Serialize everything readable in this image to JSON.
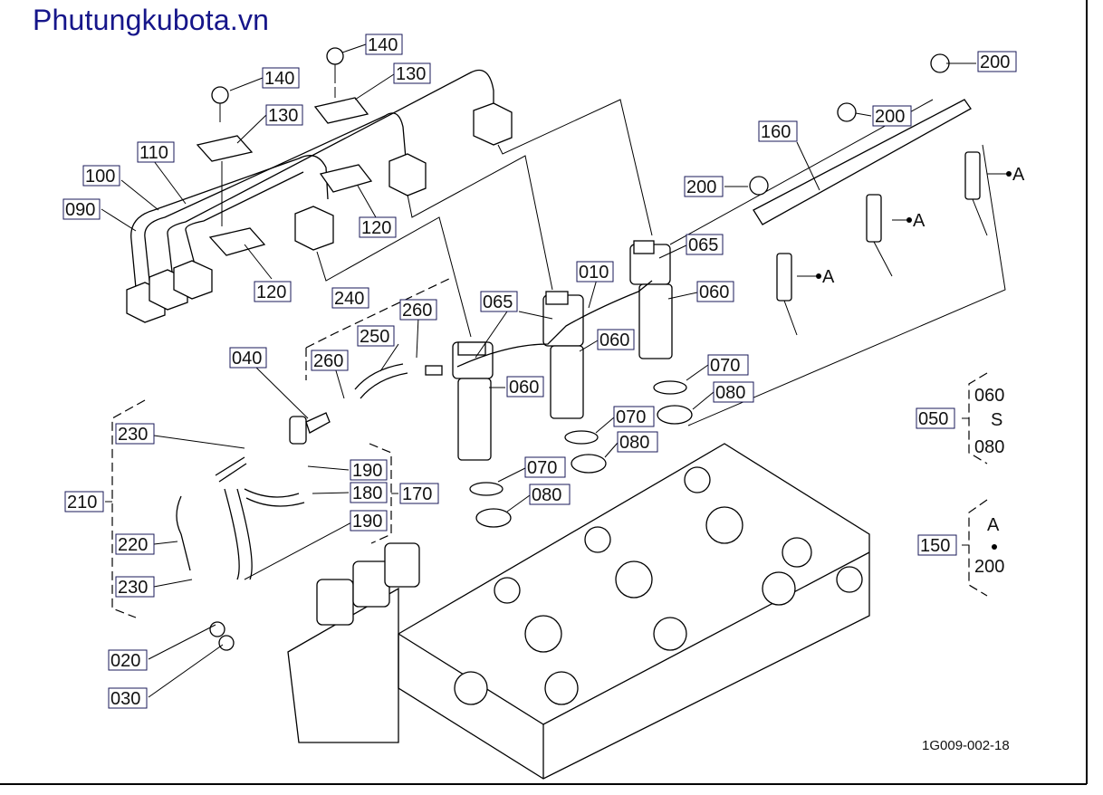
{
  "brand": "Phutungkubota.vn",
  "drawing_code": "1G009-002-18",
  "callouts": [
    {
      "id": "c140a",
      "label": "140"
    },
    {
      "id": "c140b",
      "label": "140"
    },
    {
      "id": "c130a",
      "label": "130"
    },
    {
      "id": "c130b",
      "label": "130"
    },
    {
      "id": "c110",
      "label": "110"
    },
    {
      "id": "c100",
      "label": "100"
    },
    {
      "id": "c090",
      "label": "090"
    },
    {
      "id": "c120a",
      "label": "120"
    },
    {
      "id": "c120b",
      "label": "120"
    },
    {
      "id": "c240",
      "label": "240"
    },
    {
      "id": "c260a",
      "label": "260"
    },
    {
      "id": "c250",
      "label": "250"
    },
    {
      "id": "c260b",
      "label": "260"
    },
    {
      "id": "c040",
      "label": "040"
    },
    {
      "id": "c065a",
      "label": "065"
    },
    {
      "id": "c065b",
      "label": "065"
    },
    {
      "id": "c010",
      "label": "010"
    },
    {
      "id": "c060a",
      "label": "060"
    },
    {
      "id": "c060b",
      "label": "060"
    },
    {
      "id": "c060c",
      "label": "060"
    },
    {
      "id": "c070a",
      "label": "070"
    },
    {
      "id": "c080a",
      "label": "080"
    },
    {
      "id": "c070b",
      "label": "070"
    },
    {
      "id": "c080b",
      "label": "080"
    },
    {
      "id": "c070c",
      "label": "070"
    },
    {
      "id": "c080c",
      "label": "080"
    },
    {
      "id": "c230a",
      "label": "230"
    },
    {
      "id": "c210",
      "label": "210"
    },
    {
      "id": "c190a",
      "label": "190"
    },
    {
      "id": "c180",
      "label": "180"
    },
    {
      "id": "c170",
      "label": "170"
    },
    {
      "id": "c190b",
      "label": "190"
    },
    {
      "id": "c220",
      "label": "220"
    },
    {
      "id": "c230b",
      "label": "230"
    },
    {
      "id": "c020",
      "label": "020"
    },
    {
      "id": "c030",
      "label": "030"
    },
    {
      "id": "c200a",
      "label": "200"
    },
    {
      "id": "c200b",
      "label": "200"
    },
    {
      "id": "c160",
      "label": "160"
    },
    {
      "id": "c200c",
      "label": "200"
    },
    {
      "id": "c050",
      "label": "050"
    },
    {
      "id": "c150",
      "label": "150"
    }
  ],
  "marks": {
    "a1": "A",
    "a2": "A",
    "a3": "A"
  },
  "groups": {
    "g050_top": "060",
    "g050_sep": "S",
    "g050_bot": "080",
    "g150_top": "A",
    "g150_bot": "200"
  }
}
